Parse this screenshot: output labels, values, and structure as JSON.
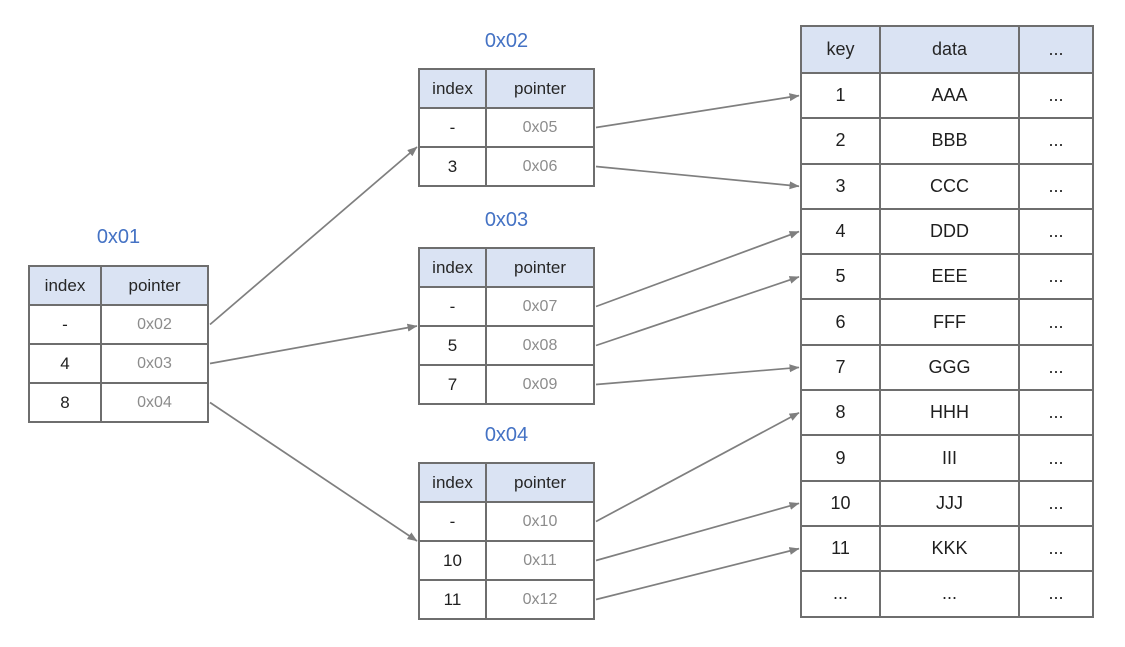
{
  "diagram": {
    "description": "B-tree index structure: root index node pointing to leaf index nodes pointing to table rows",
    "node_tables": [
      {
        "id": "0x01",
        "title": "0x01",
        "headers": [
          "index",
          "pointer"
        ],
        "rows": [
          [
            "-",
            "0x02"
          ],
          [
            "4",
            "0x03"
          ],
          [
            "8",
            "0x04"
          ]
        ]
      },
      {
        "id": "0x02",
        "title": "0x02",
        "headers": [
          "index",
          "pointer"
        ],
        "rows": [
          [
            "-",
            "0x05"
          ],
          [
            "3",
            "0x06"
          ]
        ]
      },
      {
        "id": "0x03",
        "title": "0x03",
        "headers": [
          "index",
          "pointer"
        ],
        "rows": [
          [
            "-",
            "0x07"
          ],
          [
            "5",
            "0x08"
          ],
          [
            "7",
            "0x09"
          ]
        ]
      },
      {
        "id": "0x04",
        "title": "0x04",
        "headers": [
          "index",
          "pointer"
        ],
        "rows": [
          [
            "-",
            "0x10"
          ],
          [
            "10",
            "0x11"
          ],
          [
            "11",
            "0x12"
          ]
        ]
      }
    ],
    "data_table": {
      "headers": [
        "key",
        "data",
        "..."
      ],
      "rows": [
        [
          "1",
          "AAA",
          "..."
        ],
        [
          "2",
          "BBB",
          "..."
        ],
        [
          "3",
          "CCC",
          "..."
        ],
        [
          "4",
          "DDD",
          "..."
        ],
        [
          "5",
          "EEE",
          "..."
        ],
        [
          "6",
          "FFF",
          "..."
        ],
        [
          "7",
          "GGG",
          "..."
        ],
        [
          "8",
          "HHH",
          "..."
        ],
        [
          "9",
          "III",
          "..."
        ],
        [
          "10",
          "JJJ",
          "..."
        ],
        [
          "11",
          "KKK",
          "..."
        ],
        [
          "...",
          "...",
          "..."
        ]
      ]
    },
    "connections": [
      {
        "from": {
          "table": "0x01",
          "row": 0
        },
        "to": {
          "table": "0x02"
        }
      },
      {
        "from": {
          "table": "0x01",
          "row": 1
        },
        "to": {
          "table": "0x03"
        }
      },
      {
        "from": {
          "table": "0x01",
          "row": 2
        },
        "to": {
          "table": "0x04"
        }
      },
      {
        "from": {
          "table": "0x02",
          "row": 0
        },
        "to": {
          "data_row": 0
        }
      },
      {
        "from": {
          "table": "0x02",
          "row": 1
        },
        "to": {
          "data_row": 2
        }
      },
      {
        "from": {
          "table": "0x03",
          "row": 0
        },
        "to": {
          "data_row": 3
        }
      },
      {
        "from": {
          "table": "0x03",
          "row": 1
        },
        "to": {
          "data_row": 4
        }
      },
      {
        "from": {
          "table": "0x03",
          "row": 2
        },
        "to": {
          "data_row": 6
        }
      },
      {
        "from": {
          "table": "0x04",
          "row": 0
        },
        "to": {
          "data_row": 7
        }
      },
      {
        "from": {
          "table": "0x04",
          "row": 1
        },
        "to": {
          "data_row": 9
        }
      },
      {
        "from": {
          "table": "0x04",
          "row": 2
        },
        "to": {
          "data_row": 10
        }
      }
    ],
    "colors": {
      "node_title": "#4472c4",
      "header_fill": "#dae3f3",
      "grid_border": "#6e6e6e",
      "arrow": "#7f7f7f",
      "pointer_text": "#8c8c8c",
      "cell_text": "#1f1f1f",
      "background": "#ffffff"
    }
  }
}
